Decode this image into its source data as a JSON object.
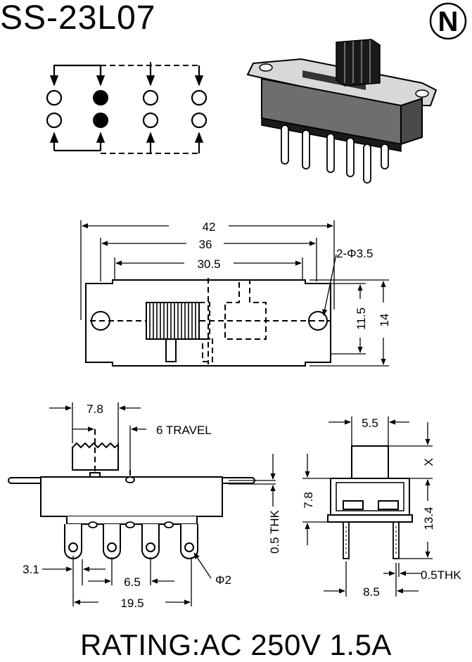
{
  "title": "SS-23L07",
  "brand_logo": "N",
  "rating": "RATING:AC 250V 1.5A",
  "front_view": {
    "dim_overall": "42",
    "dim_hole_pitch": "36",
    "dim_body": "30.5",
    "hole_label": "2-Φ3.5",
    "dim_height_inner": "11.5",
    "dim_height_outer": "14"
  },
  "side_view": {
    "dim_actuator": "7.8",
    "travel_label": "6 TRAVEL",
    "dim_pin_offset": "3.1",
    "dim_pin_pitch": "6.5",
    "dim_pin_span": "19.5",
    "pin_hole_label": "Φ2",
    "thickness_label": "0.5 THK"
  },
  "end_view": {
    "dim_actuator_width": "5.5",
    "dim_actuator_height": "X",
    "dim_body_height": "7.8",
    "dim_total_height": "13.4",
    "dim_pin_width": "8.5",
    "pin_thickness_label": "0.5THK"
  }
}
